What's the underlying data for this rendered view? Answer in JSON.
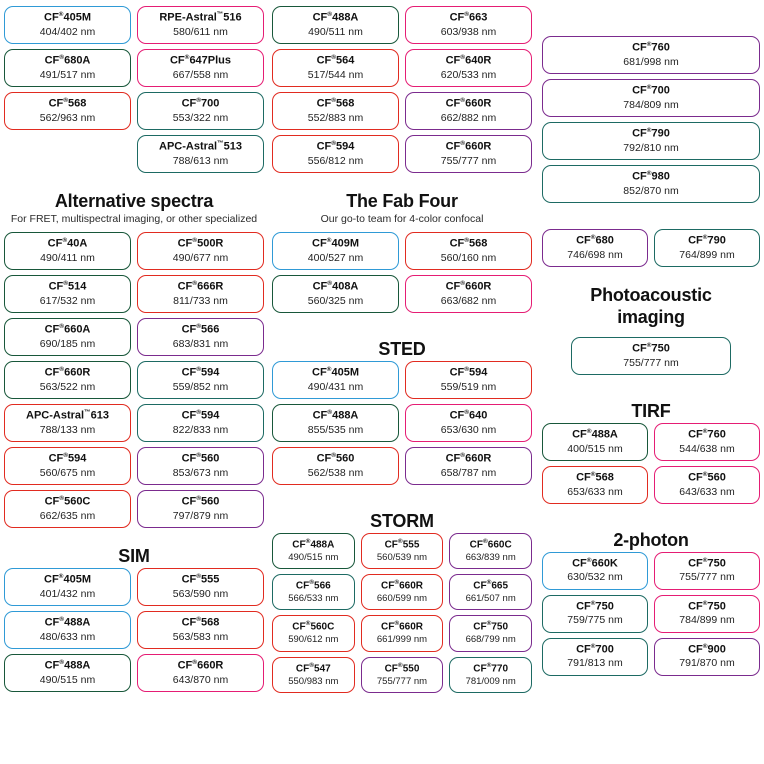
{
  "meta": {
    "colors": {
      "blue": "#2f9ad6",
      "green": "#18573a",
      "red": "#e12b20",
      "pink": "#e51d74",
      "purple": "#7b2b8e",
      "teal": "#1d6a63"
    },
    "unit": "nm"
  },
  "top": {
    "group_left": {
      "columns": 2,
      "items": [
        {
          "name": "CF",
          "sup": "®",
          "suffix": "405M",
          "wl": "404/402 nm",
          "color": "blue"
        },
        {
          "name": "RPE-Astral",
          "sup": "™",
          "suffix": "516",
          "wl": "580/611 nm",
          "color": "pink"
        },
        {
          "name": "CF",
          "sup": "®",
          "suffix": "680A",
          "wl": "491/517 nm",
          "color": "green"
        },
        {
          "name": "CF",
          "sup": "®",
          "suffix": "647Plus",
          "wl": "667/558 nm",
          "color": "pink"
        },
        {
          "name": "CF",
          "sup": "®",
          "suffix": "568",
          "wl": "562/963 nm",
          "color": "red"
        },
        {
          "name": "CF",
          "sup": "®",
          "suffix": "700",
          "wl": "553/322 nm",
          "color": "teal"
        },
        {
          "name": "",
          "sup": "",
          "suffix": "",
          "wl": "",
          "color": "none"
        },
        {
          "name": "APC-Astral",
          "sup": "™",
          "suffix": "513",
          "wl": "788/613 nm",
          "color": "teal"
        }
      ]
    },
    "group_mid": {
      "columns": 2,
      "items": [
        {
          "name": "CF",
          "sup": "®",
          "suffix": "488A",
          "wl": "490/511 nm",
          "color": "green"
        },
        {
          "name": "CF",
          "sup": "®",
          "suffix": "663",
          "wl": "603/938 nm",
          "color": "pink"
        },
        {
          "name": "CF",
          "sup": "®",
          "suffix": "564",
          "wl": "517/544 nm",
          "color": "red"
        },
        {
          "name": "CF",
          "sup": "®",
          "suffix": "640R",
          "wl": "620/533 nm",
          "color": "pink"
        },
        {
          "name": "CF",
          "sup": "®",
          "suffix": "568",
          "wl": "552/883 nm",
          "color": "red"
        },
        {
          "name": "CF",
          "sup": "®",
          "suffix": "660R",
          "wl": "662/882 nm",
          "color": "purple"
        },
        {
          "name": "CF",
          "sup": "®",
          "suffix": "594",
          "wl": "556/812 nm",
          "color": "red"
        },
        {
          "name": "CF",
          "sup": "®",
          "suffix": "660R",
          "wl": "755/777 nm",
          "color": "purple"
        }
      ]
    },
    "group_right": {
      "columns": 1,
      "items": [
        {
          "name": "CF",
          "sup": "®",
          "suffix": "760",
          "wl": "681/998 nm",
          "color": "purple"
        },
        {
          "name": "CF",
          "sup": "®",
          "suffix": "700",
          "wl": "784/809 nm",
          "color": "purple"
        },
        {
          "name": "CF",
          "sup": "®",
          "suffix": "790",
          "wl": "792/810 nm",
          "color": "teal"
        },
        {
          "name": "CF",
          "sup": "®",
          "suffix": "980",
          "wl": "852/870 nm",
          "color": "teal"
        }
      ]
    }
  },
  "sections": {
    "alternative": {
      "title": "Alternative spectra",
      "subtitle": "For FRET, multispectral imaging, or other specialized",
      "columns": 2,
      "items": [
        {
          "name": "CF",
          "sup": "®",
          "suffix": "40A",
          "wl": "490/411 nm",
          "color": "green"
        },
        {
          "name": "CF",
          "sup": "®",
          "suffix": "500R",
          "wl": "490/677 nm",
          "color": "red"
        },
        {
          "name": "CF",
          "sup": "®",
          "suffix": "514",
          "wl": "617/532 nm",
          "color": "green"
        },
        {
          "name": "CF",
          "sup": "®",
          "suffix": "666R",
          "wl": "811/733 nm",
          "color": "red"
        },
        {
          "name": "CF",
          "sup": "®",
          "suffix": "660A",
          "wl": "690/185 nm",
          "color": "green"
        },
        {
          "name": "CF",
          "sup": "®",
          "suffix": "566",
          "wl": "683/831 nm",
          "color": "purple"
        },
        {
          "name": "CF",
          "sup": "®",
          "suffix": "660R",
          "wl": "563/522 nm",
          "color": "green"
        },
        {
          "name": "CF",
          "sup": "®",
          "suffix": "594",
          "wl": "559/852 nm",
          "color": "teal"
        },
        {
          "name": "APC-Astral",
          "sup": "™",
          "suffix": "613",
          "wl": "788/133 nm",
          "color": "red"
        },
        {
          "name": "CF",
          "sup": "®",
          "suffix": "594",
          "wl": "822/833 nm",
          "color": "teal"
        },
        {
          "name": "CF",
          "sup": "®",
          "suffix": "594",
          "wl": "560/675 nm",
          "color": "red"
        },
        {
          "name": "CF",
          "sup": "®",
          "suffix": "560",
          "wl": "853/673 nm",
          "color": "purple"
        },
        {
          "name": "CF",
          "sup": "®",
          "suffix": "560C",
          "wl": "662/635 nm",
          "color": "red"
        },
        {
          "name": "CF",
          "sup": "®",
          "suffix": "560",
          "wl": "797/879 nm",
          "color": "purple"
        }
      ]
    },
    "sim": {
      "title": "SIM",
      "subtitle": "",
      "columns": 2,
      "items": [
        {
          "name": "CF",
          "sup": "®",
          "suffix": "405M",
          "wl": "401/432 nm",
          "color": "blue"
        },
        {
          "name": "CF",
          "sup": "®",
          "suffix": "555",
          "wl": "563/590 nm",
          "color": "red"
        },
        {
          "name": "CF",
          "sup": "®",
          "suffix": "488A",
          "wl": "480/633 nm",
          "color": "blue"
        },
        {
          "name": "CF",
          "sup": "®",
          "suffix": "568",
          "wl": "563/583 nm",
          "color": "red"
        },
        {
          "name": "CF",
          "sup": "®",
          "suffix": "488A",
          "wl": "490/515 nm",
          "color": "green"
        },
        {
          "name": "CF",
          "sup": "®",
          "suffix": "660R",
          "wl": "643/870 nm",
          "color": "pink"
        }
      ]
    },
    "fabfour": {
      "title": "The Fab Four",
      "subtitle": "Our go-to team for 4-color confocal",
      "columns": 2,
      "items": [
        {
          "name": "CF",
          "sup": "®",
          "suffix": "409M",
          "wl": "400/527 nm",
          "color": "blue"
        },
        {
          "name": "CF",
          "sup": "®",
          "suffix": "568",
          "wl": "560/160 nm",
          "color": "red"
        },
        {
          "name": "CF",
          "sup": "®",
          "suffix": "408A",
          "wl": "560/325 nm",
          "color": "green"
        },
        {
          "name": "CF",
          "sup": "®",
          "suffix": "660R",
          "wl": "663/682 nm",
          "color": "pink"
        }
      ]
    },
    "sted": {
      "title": "STED",
      "subtitle": "",
      "columns": 2,
      "items": [
        {
          "name": "CF",
          "sup": "®",
          "suffix": "405M",
          "wl": "490/431 nm",
          "color": "blue"
        },
        {
          "name": "CF",
          "sup": "®",
          "suffix": "594",
          "wl": "559/519 nm",
          "color": "red"
        },
        {
          "name": "CF",
          "sup": "®",
          "suffix": "488A",
          "wl": "855/535 nm",
          "color": "green"
        },
        {
          "name": "CF",
          "sup": "®",
          "suffix": "640",
          "wl": "653/630 nm",
          "color": "pink"
        },
        {
          "name": "CF",
          "sup": "®",
          "suffix": "560",
          "wl": "562/538 nm",
          "color": "red"
        },
        {
          "name": "CF",
          "sup": "®",
          "suffix": "660R",
          "wl": "658/787 nm",
          "color": "purple"
        }
      ]
    },
    "storm": {
      "title": "STORM",
      "subtitle": "",
      "columns": 3,
      "items": [
        {
          "name": "CF",
          "sup": "®",
          "suffix": "488A",
          "wl": "490/515 nm",
          "color": "green"
        },
        {
          "name": "CF",
          "sup": "®",
          "suffix": "555",
          "wl": "560/539 nm",
          "color": "red"
        },
        {
          "name": "CF",
          "sup": "®",
          "suffix": "660C",
          "wl": "663/839 nm",
          "color": "purple"
        },
        {
          "name": "CF",
          "sup": "®",
          "suffix": "566",
          "wl": "566/533 nm",
          "color": "teal"
        },
        {
          "name": "CF",
          "sup": "®",
          "suffix": "660R",
          "wl": "660/599 nm",
          "color": "red"
        },
        {
          "name": "CF",
          "sup": "®",
          "suffix": "665",
          "wl": "661/507 nm",
          "color": "purple"
        },
        {
          "name": "CF",
          "sup": "®",
          "suffix": "560C",
          "wl": "590/612 nm",
          "color": "red"
        },
        {
          "name": "CF",
          "sup": "®",
          "suffix": "660R",
          "wl": "661/999 nm",
          "color": "red"
        },
        {
          "name": "CF",
          "sup": "®",
          "suffix": "750",
          "wl": "668/799 nm",
          "color": "purple"
        },
        {
          "name": "CF",
          "sup": "®",
          "suffix": "547",
          "wl": "550/983 nm",
          "color": "red"
        },
        {
          "name": "CF",
          "sup": "®",
          "suffix": "550",
          "wl": "755/777 nm",
          "color": "purple"
        },
        {
          "name": "CF",
          "sup": "®",
          "suffix": "770",
          "wl": "781/009 nm",
          "color": "teal"
        }
      ]
    },
    "right_pair": {
      "title": "",
      "subtitle": "",
      "columns": 2,
      "items": [
        {
          "name": "CF",
          "sup": "®",
          "suffix": "680",
          "wl": "746/698 nm",
          "color": "purple"
        },
        {
          "name": "CF",
          "sup": "®",
          "suffix": "790",
          "wl": "764/899 nm",
          "color": "teal"
        }
      ]
    },
    "photoacoustic": {
      "title_line1": "Photoacoustic",
      "title_line2": "imaging",
      "subtitle": "",
      "columns": 1,
      "items": [
        {
          "name": "CF",
          "sup": "®",
          "suffix": "750",
          "wl": "755/777 nm",
          "color": "teal"
        }
      ]
    },
    "tirf": {
      "title": "TIRF",
      "subtitle": "",
      "columns": 2,
      "items": [
        {
          "name": "CF",
          "sup": "®",
          "suffix": "488A",
          "wl": "400/515 nm",
          "color": "green"
        },
        {
          "name": "CF",
          "sup": "®",
          "suffix": "760",
          "wl": "544/638 nm",
          "color": "pink"
        },
        {
          "name": "CF",
          "sup": "®",
          "suffix": "568",
          "wl": "653/633 nm",
          "color": "red"
        },
        {
          "name": "CF",
          "sup": "®",
          "suffix": "560",
          "wl": "643/633 nm",
          "color": "pink"
        }
      ]
    },
    "twophoton": {
      "title": "2-photon",
      "subtitle": "",
      "columns": 2,
      "items": [
        {
          "name": "CF",
          "sup": "®",
          "suffix": "660K",
          "wl": "630/532 nm",
          "color": "blue"
        },
        {
          "name": "CF",
          "sup": "®",
          "suffix": "750",
          "wl": "755/777 nm",
          "color": "pink"
        },
        {
          "name": "CF",
          "sup": "®",
          "suffix": "750",
          "wl": "759/775 nm",
          "color": "teal"
        },
        {
          "name": "CF",
          "sup": "®",
          "suffix": "750",
          "wl": "784/899 nm",
          "color": "pink"
        },
        {
          "name": "CF",
          "sup": "®",
          "suffix": "700",
          "wl": "791/813 nm",
          "color": "teal"
        },
        {
          "name": "CF",
          "sup": "®",
          "suffix": "900",
          "wl": "791/870 nm",
          "color": "purple"
        }
      ]
    }
  }
}
